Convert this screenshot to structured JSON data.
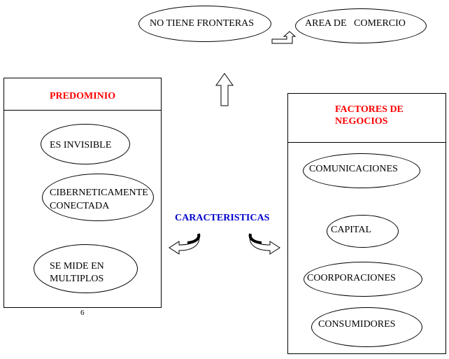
{
  "colors": {
    "predominio_heading": "#ff0000",
    "factores_heading": "#ff0000",
    "caracteristicas": "#0000cc"
  },
  "top": {
    "no_tiene_fronteras": "NO TIENE FRONTERAS",
    "area_de_comercio": "AREA DE   COMERCIO"
  },
  "center": {
    "caracteristicas": "CARACTERISTICAS"
  },
  "predominio": {
    "title": "PREDOMINIO",
    "items": [
      {
        "line1": "ES INVISIBLE",
        "line2": ""
      },
      {
        "line1": "CIBERNETICAMENTE",
        "line2": "CONECTADA"
      },
      {
        "line1": "SE MIDE EN",
        "line2": "MULTIPLOS"
      }
    ],
    "page_number": "6"
  },
  "factores": {
    "title_line1": "FACTORES DE",
    "title_line2": "NEGOCIOS",
    "items": [
      "COMUNICACIONES",
      "CAPITAL",
      "COORPORACIONES",
      "CONSUMIDORES"
    ]
  },
  "icons": [
    "up-arrow-icon",
    "bent-arrow-icon",
    "curved-arrow-left-icon",
    "curved-arrow-right-icon"
  ]
}
